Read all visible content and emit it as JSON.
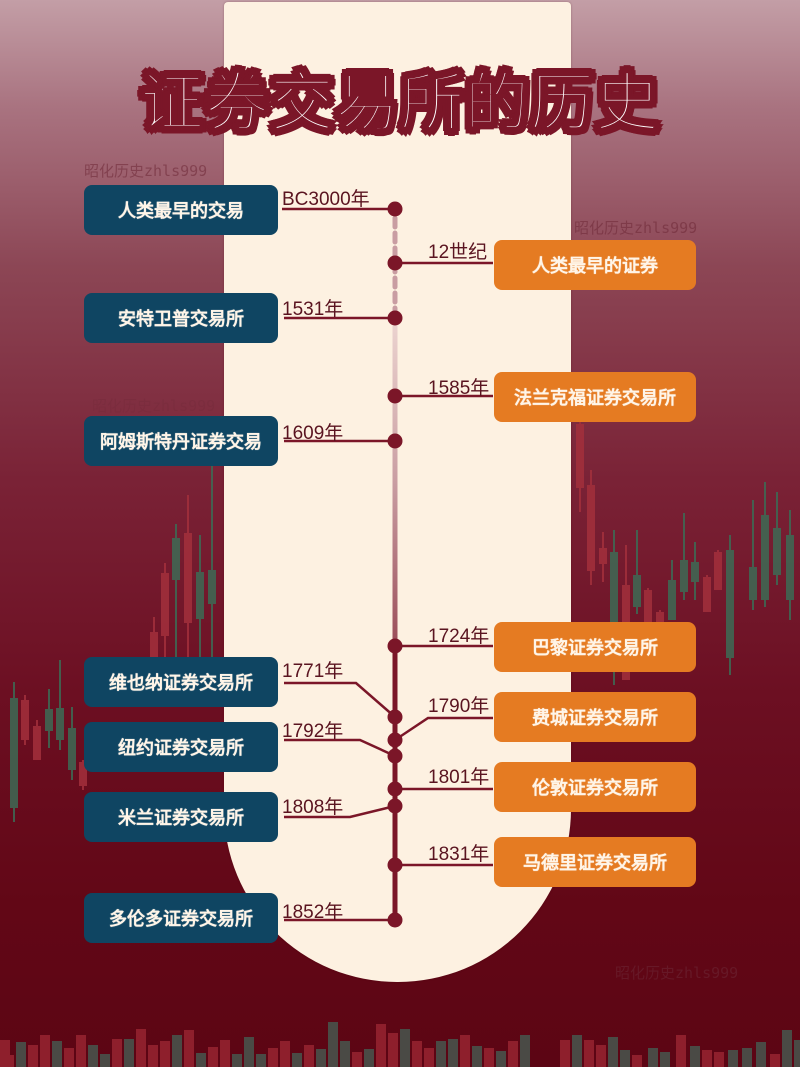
{
  "title": "证券交易所的历史",
  "watermark": "昭化历史zhls999",
  "colors": {
    "background_top": "#c39ea6",
    "background_bottom": "#5c0514",
    "panel": "#fdf1e1",
    "title_outline": "#7b1628",
    "left_box": "#0f4562",
    "right_box": "#e57b22",
    "timeline": "#7b1628",
    "candle_red": "#a3303c",
    "candle_green": "#3d6b55"
  },
  "timeline": {
    "left": [
      {
        "year": "BC3000年",
        "label": "人类最早的交易"
      },
      {
        "year": "1531年",
        "label": "安特卫普交易所"
      },
      {
        "year": "1609年",
        "label": "阿姆斯特丹证券交易"
      },
      {
        "year": "1771年",
        "label": "维也纳证券交易所"
      },
      {
        "year": "1792年",
        "label": "纽约证券交易所"
      },
      {
        "year": "1808年",
        "label": "米兰证券交易所"
      },
      {
        "year": "1852年",
        "label": "多伦多证券交易所"
      }
    ],
    "right": [
      {
        "year": "12世纪",
        "label": "人类最早的证券"
      },
      {
        "year": "1585年",
        "label": "法兰克福证券交易所"
      },
      {
        "year": "1724年",
        "label": "巴黎证券交易所"
      },
      {
        "year": "1790年",
        "label": "费城证券交易所"
      },
      {
        "year": "1801年",
        "label": "伦敦证券交易所"
      },
      {
        "year": "1831年",
        "label": "马德里证券交易所"
      }
    ]
  }
}
